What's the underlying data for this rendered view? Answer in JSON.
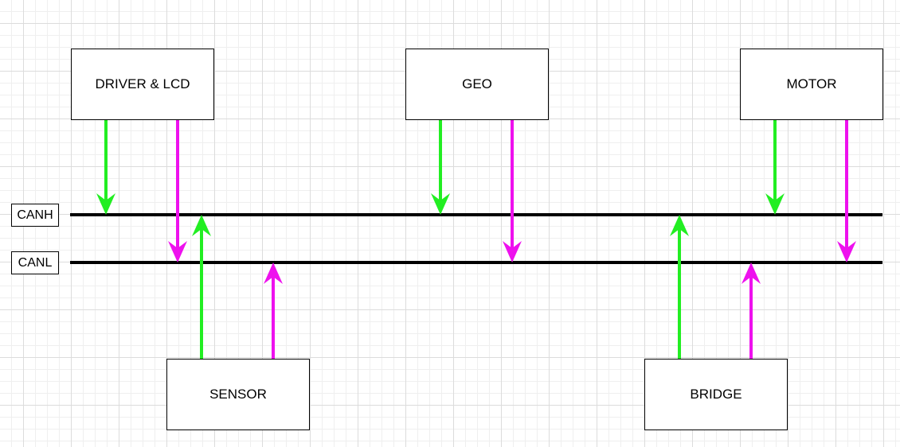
{
  "colors": {
    "canh_signal": "#22ee22",
    "canl_signal": "#ee11ee",
    "bus": "#000000"
  },
  "buses": {
    "canh": "CANH",
    "canl": "CANL"
  },
  "nodes": {
    "driver_lcd": "DRIVER & LCD",
    "geo": "GEO",
    "motor": "MOTOR",
    "sensor": "SENSOR",
    "bridge": "BRIDGE"
  }
}
